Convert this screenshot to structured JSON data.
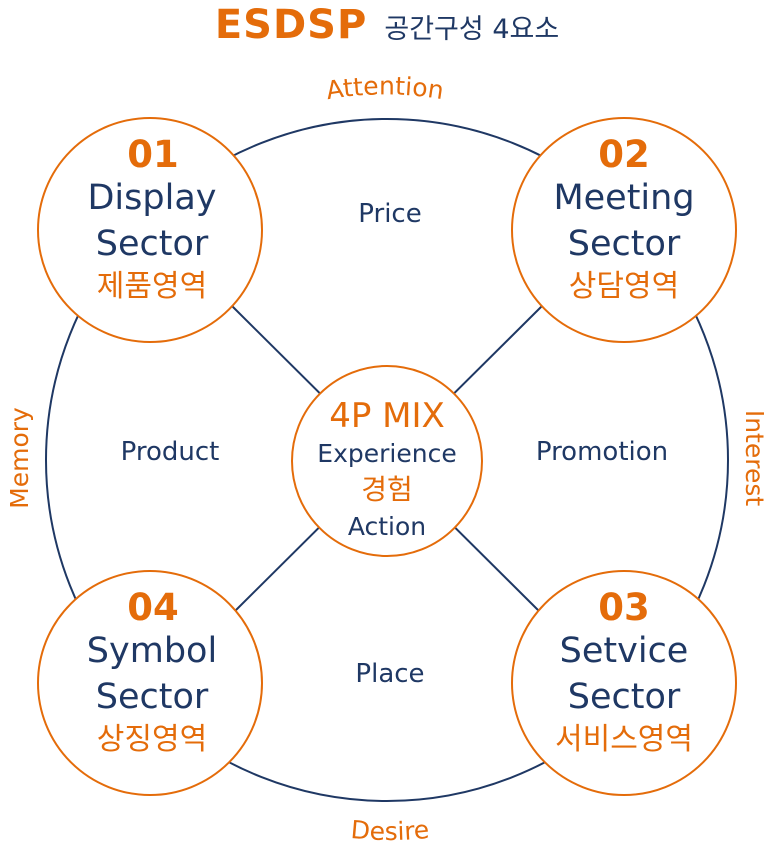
{
  "title": {
    "main": "ESDSP",
    "sub": "공간구성 4요소"
  },
  "colors": {
    "orange": "#e46c0a",
    "navy": "#1f3864",
    "line": "#1f3864"
  },
  "orbit_labels": {
    "top": "Attention",
    "right": "Interest",
    "bottom": "Desire",
    "left": "Memory"
  },
  "quadrant_labels": {
    "top": "Price",
    "left": "Product",
    "right": "Promotion",
    "bottom": "Place"
  },
  "center": {
    "title": "4P MIX",
    "line1": "Experience",
    "line2": "경험",
    "line3": "Action"
  },
  "sectors": {
    "display": {
      "number": "01",
      "line1": "Display",
      "line2": "Sector",
      "korean": "제품영역"
    },
    "meeting": {
      "number": "02",
      "line1": "Meeting",
      "line2": "Sector",
      "korean": "상담영역"
    },
    "service": {
      "number": "03",
      "line1": "Setvice",
      "line2": "Sector",
      "korean": "서비스영역"
    },
    "symbol": {
      "number": "04",
      "line1": "Symbol",
      "line2": "Sector",
      "korean": "상징영역"
    }
  }
}
